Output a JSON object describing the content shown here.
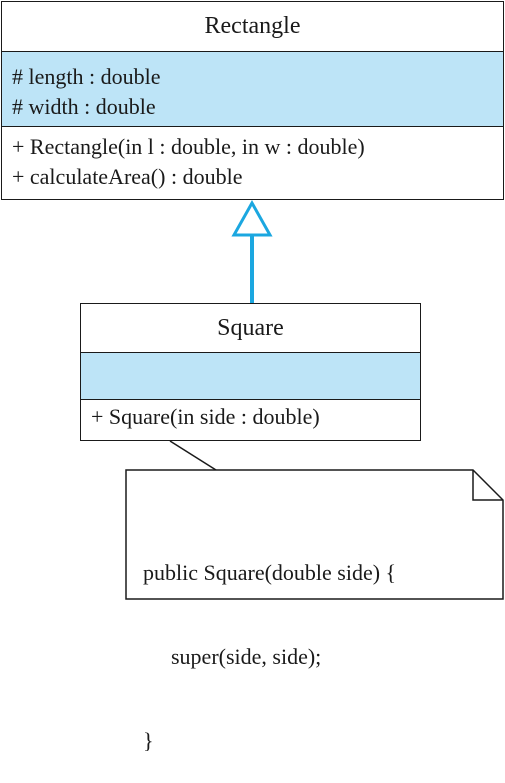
{
  "rectangle_class": {
    "name": "Rectangle",
    "attributes": [
      "# length : double",
      "# width : double"
    ],
    "operations": [
      "+ Rectangle(in l : double, in w : double)",
      "+ calculateArea() : double"
    ]
  },
  "square_class": {
    "name": "Square",
    "attributes": [],
    "operations": [
      "+ Square(in side : double)"
    ]
  },
  "note": {
    "lines": [
      "public Square(double side) {",
      "super(side, side);",
      "}"
    ]
  },
  "colors": {
    "attribute_fill": "#bde4f7",
    "inheritance_arrow": "#1ba7e0",
    "outline": "#1a1a1a"
  }
}
